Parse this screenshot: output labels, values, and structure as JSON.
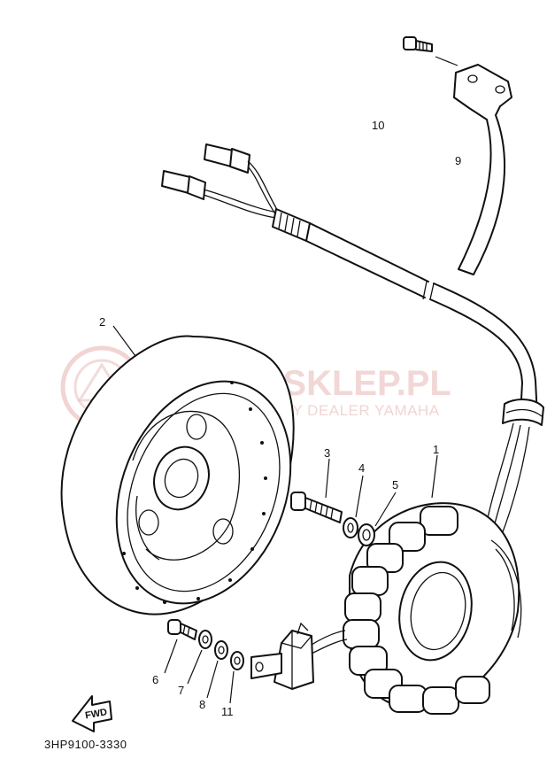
{
  "callouts": [
    {
      "id": "1",
      "label": "1"
    },
    {
      "id": "2",
      "label": "2"
    },
    {
      "id": "3",
      "label": "3"
    },
    {
      "id": "4",
      "label": "4"
    },
    {
      "id": "5",
      "label": "5"
    },
    {
      "id": "6",
      "label": "6"
    },
    {
      "id": "7",
      "label": "7"
    },
    {
      "id": "8",
      "label": "8"
    },
    {
      "id": "9",
      "label": "9"
    },
    {
      "id": "10",
      "label": "10"
    },
    {
      "id": "11",
      "label": "11"
    }
  ],
  "watermark": {
    "main": "YAMA-SKLEP.PL",
    "sub": "AUTORYZOWANY DEALER YAMAHA",
    "color": "#e8b8b8"
  },
  "fwd_label": "FWD",
  "diagram_code": "3HP9100-3330"
}
